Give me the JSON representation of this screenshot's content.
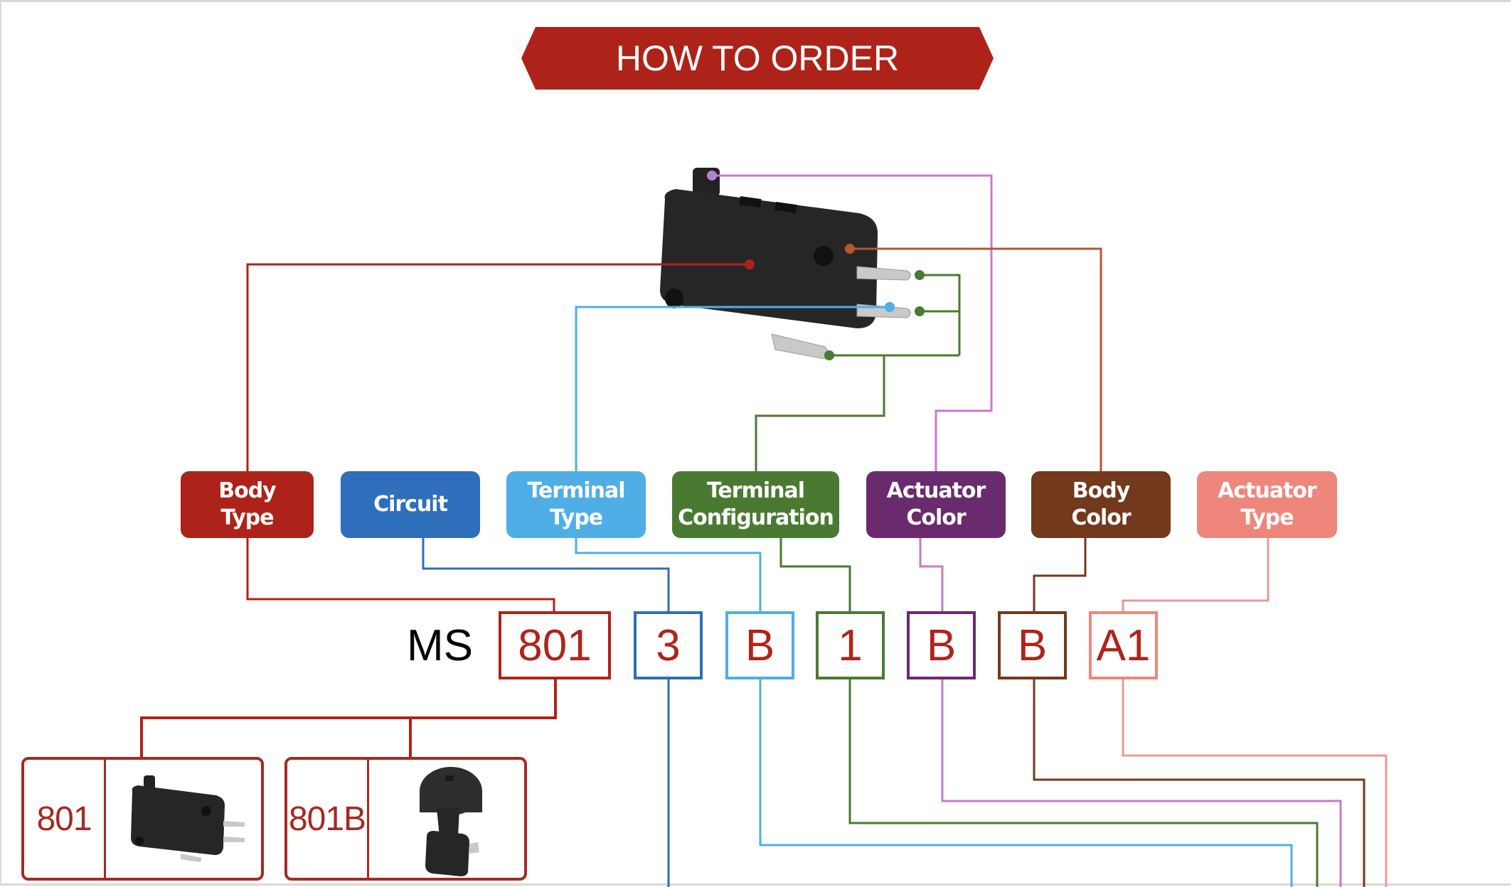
{
  "title": "HOW TO ORDER",
  "colors": {
    "banner": "#ad2319",
    "body_type": "#ad2319",
    "circuit": "#2f6eba",
    "terminal_type": "#4faee6",
    "terminal_configuration": "#4a7a32",
    "actuator_color": "#6a2a6e",
    "body_color": "#72391c",
    "actuator_type": "#ee867c",
    "code_text": "#b0231a"
  },
  "labels": [
    {
      "key": "body_type",
      "text": "Body\nType"
    },
    {
      "key": "circuit",
      "text": "Circuit"
    },
    {
      "key": "terminal_type",
      "text": "Terminal\nType"
    },
    {
      "key": "terminal_configuration",
      "text": "Terminal\nConfiguration"
    },
    {
      "key": "actuator_color",
      "text": "Actuator\nColor"
    },
    {
      "key": "body_color",
      "text": "Body\nColor"
    },
    {
      "key": "actuator_type",
      "text": "Actuator\nType"
    }
  ],
  "part_number": {
    "prefix": "MS",
    "segments": [
      "801",
      "3",
      "B",
      "1",
      "B",
      "B",
      "A1"
    ]
  },
  "body_type_options": [
    {
      "code": "801",
      "image": "standard-microswitch"
    },
    {
      "code": "801B",
      "image": "microswitch-with-round-button-actuator"
    }
  ],
  "main_image": "black-microswitch-with-callout-dots"
}
